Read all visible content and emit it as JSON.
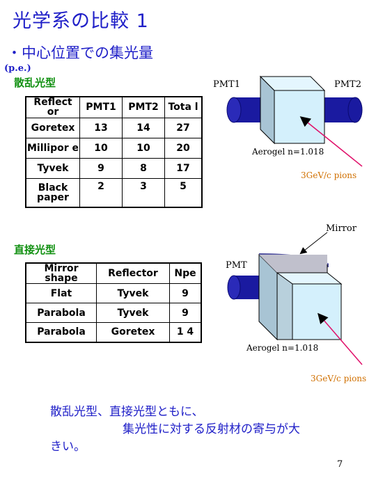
{
  "slide": {
    "title": "光学系の比較 1",
    "subtitle": "・中心位置での集光量",
    "unit": "(p.e.)",
    "page_number": "7"
  },
  "scatter": {
    "heading": "散乱光型",
    "headers": [
      "Reflect or",
      "PMT1",
      "PMT2",
      "Tota l"
    ],
    "rows": [
      [
        "Goretex",
        "13",
        "14",
        "27"
      ],
      [
        "Millipor e",
        "10",
        "10",
        "20"
      ],
      [
        "Tyvek",
        "9",
        "8",
        "17"
      ],
      [
        "Black paper",
        "2",
        "3",
        "5"
      ]
    ]
  },
  "direct": {
    "heading": "直接光型",
    "headers": [
      "Mirror shape",
      "Reflector",
      "Npe"
    ],
    "rows": [
      [
        "Flat",
        "Tyvek",
        "9"
      ],
      [
        "Parabola",
        "Tyvek",
        "9"
      ],
      [
        "Parabola",
        "Goretex",
        "1 4"
      ]
    ]
  },
  "diagram1": {
    "pmt1": "PMT1",
    "pmt2": "PMT2",
    "aerogel": "Aerogel n=1.018",
    "beam": "3GeV/c pions"
  },
  "diagram2": {
    "mirror": "Mirror",
    "pmt": "PMT",
    "aerogel": "Aerogel n=1.018",
    "beam": "3GeV/c pions"
  },
  "summary": {
    "line1": "散乱光型、直接光型ともに、",
    "line2": "集光性に対する反射材の寄与が大",
    "line3": "きい。"
  },
  "colors": {
    "title": "#2020c8",
    "section": "#109010",
    "cube_front": "#d4f0fc",
    "cube_side": "#a8c4d4",
    "cube_top": "#e4f6fe",
    "pmt": "#1a1aa0",
    "beam_arrow": "#e0106a",
    "beam_label": "#d07000"
  }
}
